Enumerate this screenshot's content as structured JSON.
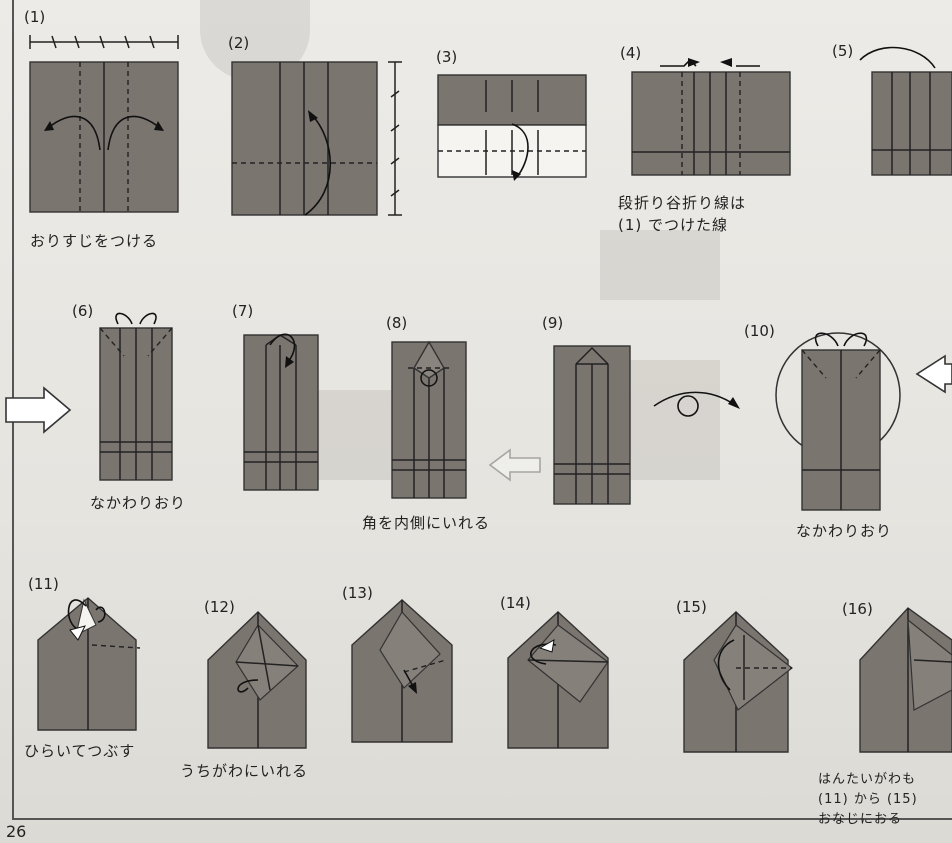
{
  "steps": [
    {
      "num": "(1)",
      "caption": "おりすじをつける"
    },
    {
      "num": "(2)",
      "caption": ""
    },
    {
      "num": "(3)",
      "caption": ""
    },
    {
      "num": "(4)",
      "caption": "段折り谷折り線は\n(1) でつけた線"
    },
    {
      "num": "(5)",
      "caption": ""
    },
    {
      "num": "(6)",
      "caption": "なかわりおり"
    },
    {
      "num": "(7)",
      "caption": ""
    },
    {
      "num": "(8)",
      "caption": "角を内側にいれる"
    },
    {
      "num": "(9)",
      "caption": ""
    },
    {
      "num": "(10)",
      "caption": "なかわりおり"
    },
    {
      "num": "(11)",
      "caption": "ひらいてつぶす"
    },
    {
      "num": "(12)",
      "caption": "うちがわにいれる"
    },
    {
      "num": "(13)",
      "caption": ""
    },
    {
      "num": "(14)",
      "caption": ""
    },
    {
      "num": "(15)",
      "caption": ""
    },
    {
      "num": "(16)",
      "caption": "はんたいがわも\n(11) から (15)\nおなじにおる"
    }
  ],
  "page_number": "26",
  "colors": {
    "paper": "#7b7570",
    "background": "#e9e7e2",
    "ink": "#222222"
  }
}
